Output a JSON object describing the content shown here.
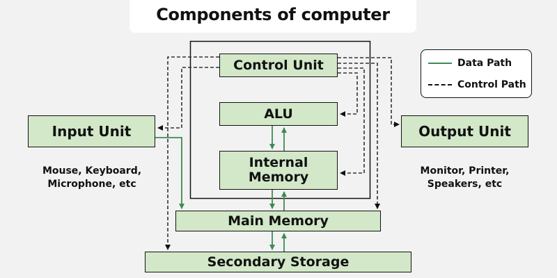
{
  "title": "Components of computer",
  "colors": {
    "box_fill": "#d2e8c8",
    "data_path": "#3e8a55",
    "control_path": "#333333",
    "background": "#f2f2f2"
  },
  "nodes": {
    "control_unit": "Control Unit",
    "alu": "ALU",
    "internal_memory": "Internal Memory",
    "input_unit": "Input Unit",
    "output_unit": "Output Unit",
    "main_memory": "Main Memory",
    "secondary_storage": "Secondary Storage"
  },
  "captions": {
    "input_examples": "Mouse, Keyboard, Microphone, etc",
    "output_examples": "Monitor, Printer, Speakers, etc"
  },
  "legend": {
    "data_path": "Data Path",
    "control_path": "Control Path"
  },
  "edges": [
    {
      "from": "Control Unit",
      "to": "Input Unit",
      "type": "control"
    },
    {
      "from": "Control Unit",
      "to": "Secondary Storage",
      "type": "control"
    },
    {
      "from": "Control Unit",
      "to": "ALU",
      "type": "control"
    },
    {
      "from": "Control Unit",
      "to": "Internal Memory",
      "type": "control"
    },
    {
      "from": "Control Unit",
      "to": "Main Memory",
      "type": "control"
    },
    {
      "from": "Control Unit",
      "to": "Output Unit",
      "type": "control"
    },
    {
      "from": "ALU",
      "to": "Internal Memory",
      "type": "data"
    },
    {
      "from": "Internal Memory",
      "to": "ALU",
      "type": "data"
    },
    {
      "from": "Internal Memory",
      "to": "Main Memory",
      "type": "data"
    },
    {
      "from": "Main Memory",
      "to": "Internal Memory",
      "type": "data"
    },
    {
      "from": "Input Unit",
      "to": "Main Memory",
      "type": "data"
    },
    {
      "from": "Main Memory",
      "to": "Secondary Storage",
      "type": "data"
    },
    {
      "from": "Secondary Storage",
      "to": "Main Memory",
      "type": "data"
    }
  ]
}
